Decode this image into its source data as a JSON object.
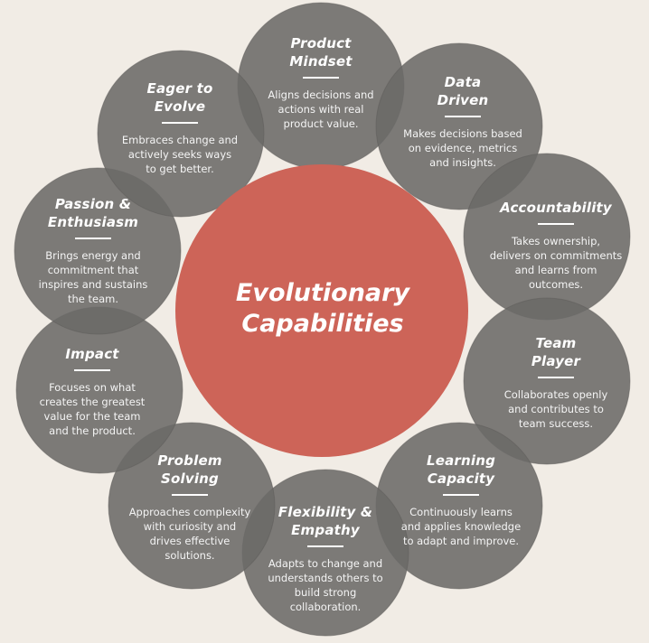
{
  "center": {
    "title": "Evolutionary\nCapabilities"
  },
  "capabilities": [
    {
      "title": "Product\nMindset",
      "description": "Aligns decisions and\nactions with real\nproduct value."
    },
    {
      "title": "Data\nDriven",
      "description": "Makes decisions based\non evidence, metrics\nand insights."
    },
    {
      "title": "Accountability",
      "description": "Takes ownership,\ndelivers on commitments\nand learns from\noutcomes."
    },
    {
      "title": "Team\nPlayer",
      "description": "Collaborates openly\nand contributes to\nteam success."
    },
    {
      "title": "Learning\nCapacity",
      "description": "Continuously learns\nand applies knowledge\nto adapt and improve."
    },
    {
      "title": "Flexibility &\nEmpathy",
      "description": "Adapts to change and\nunderstands others to\nbuild strong collaboration."
    },
    {
      "title": "Problem\nSolving",
      "description": "Approaches complexity\nwith curiosity and\ndrives effective\nsolutions."
    },
    {
      "title": "Impact",
      "description": "Focuses on what\ncreates the greatest\nvalue for the team\nand the product."
    },
    {
      "title": "Passion &\nEnthusiasm",
      "description": "Brings energy and\ncommitment that\ninspires and sustains\nthe team."
    },
    {
      "title": "Eager to\nEvolve",
      "description": "Embraces change and\nactively seeks ways\nto get better."
    }
  ],
  "colors": {
    "background": "#f1ece5",
    "petal": "#6b6a68",
    "center": "#cd6458"
  }
}
